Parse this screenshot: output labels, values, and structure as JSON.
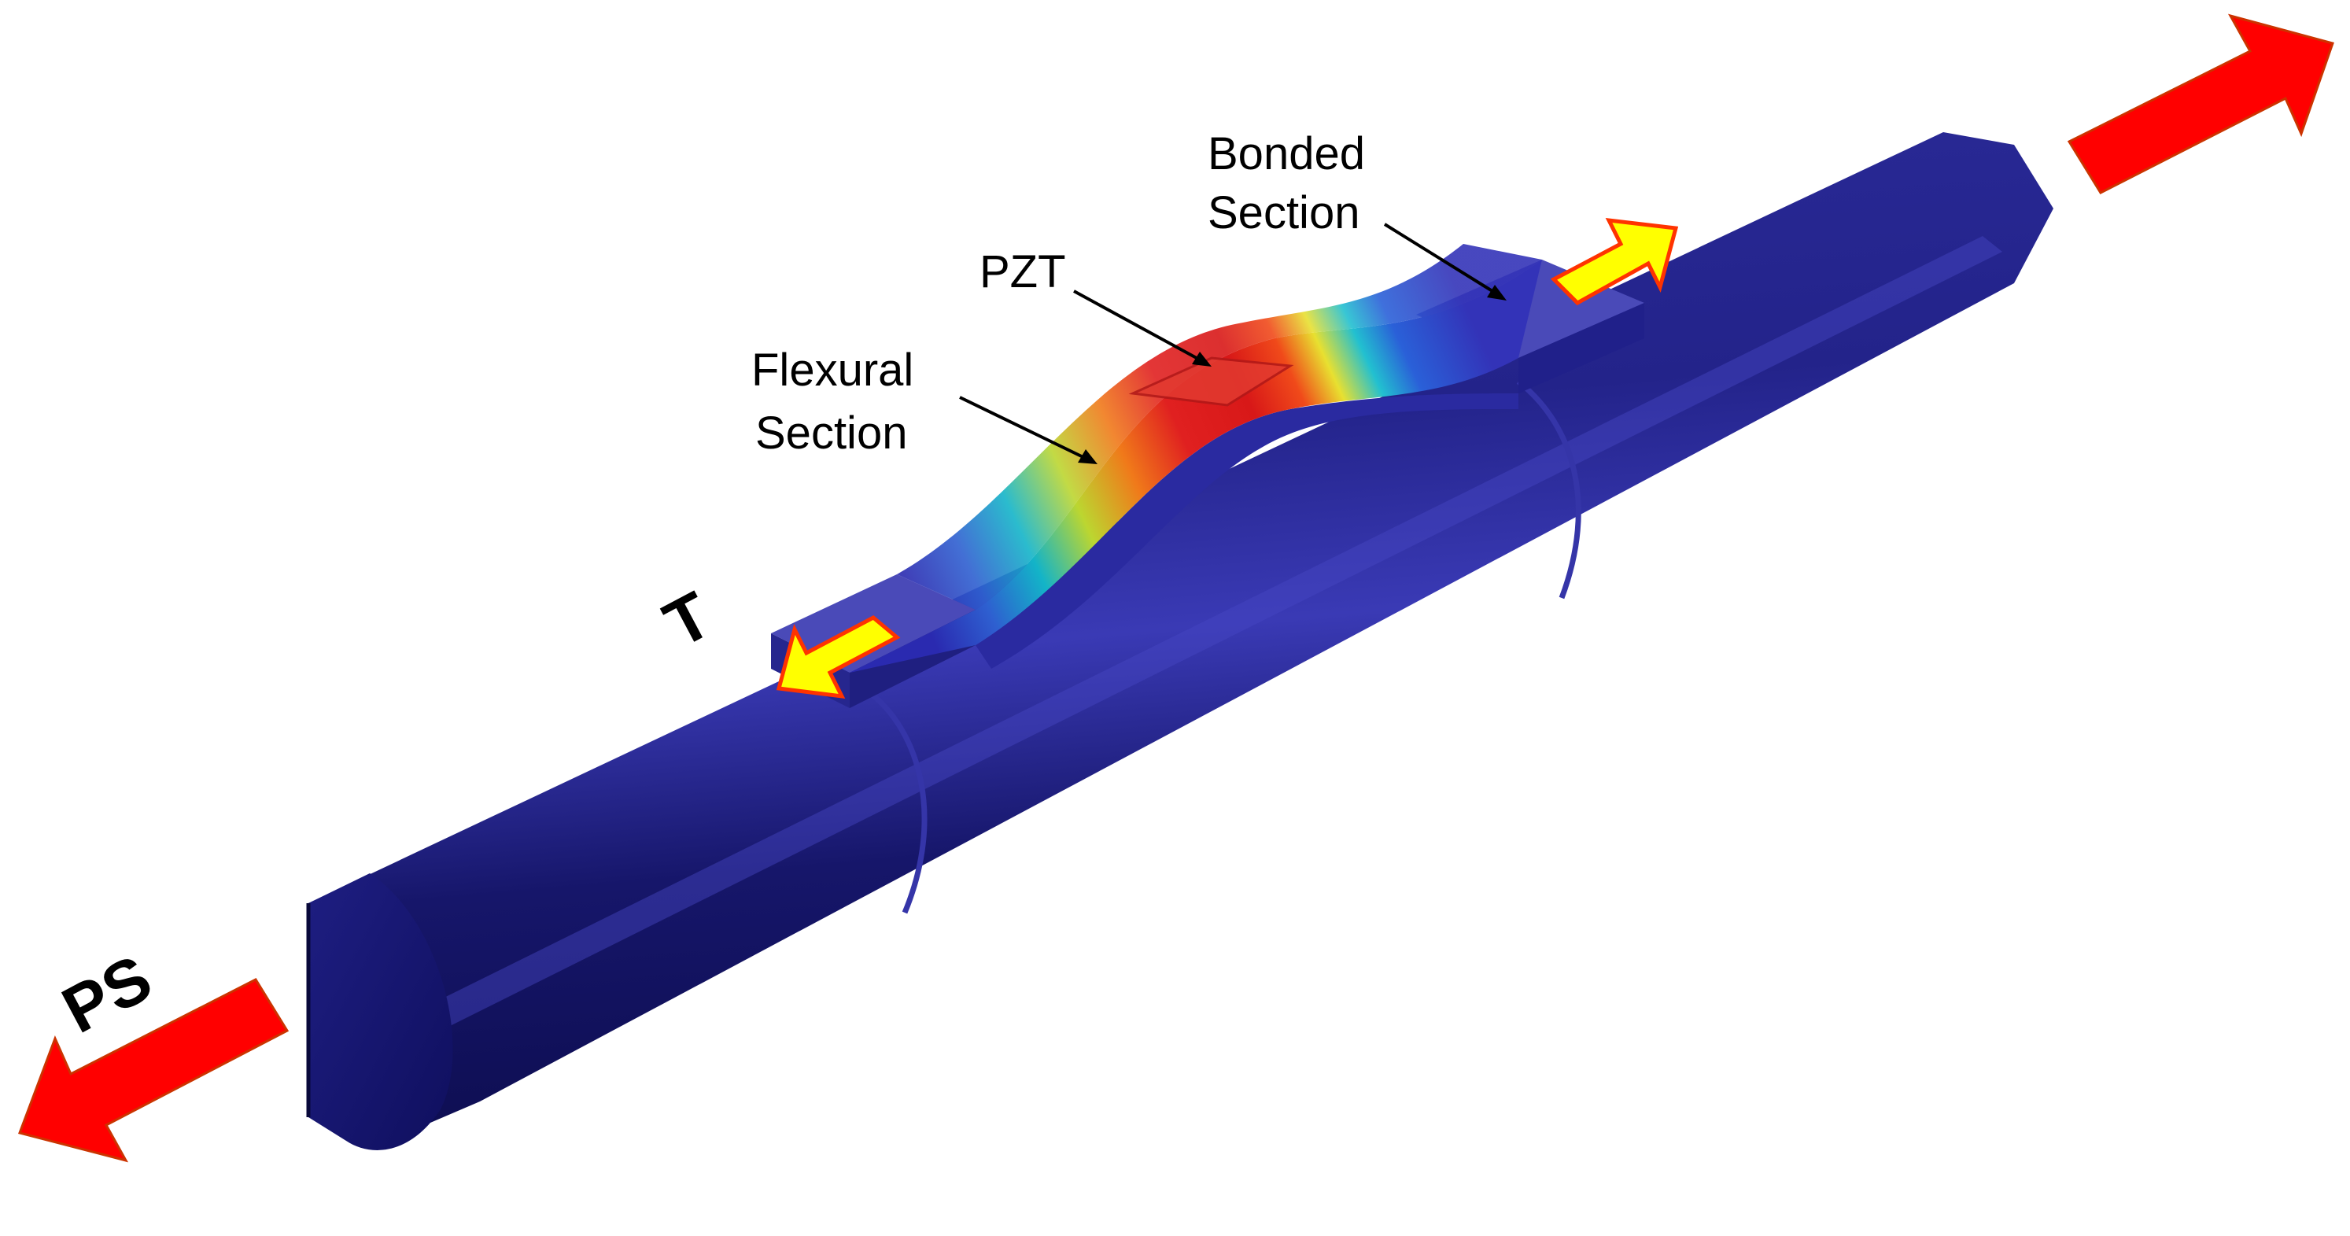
{
  "labels": {
    "bonded_line1": "Bonded",
    "bonded_line2": "Section",
    "pzt": "PZT",
    "flexural_line1": "Flexural",
    "flexural_line2": "Section",
    "t": "T",
    "ps": "PS"
  },
  "colors": {
    "rod": "#1a1a7a",
    "rod_dark": "#0d0d55",
    "arrow_large": "#ff0000",
    "arrow_small": "#ffff00",
    "arrow_outline": "#ff6600"
  }
}
